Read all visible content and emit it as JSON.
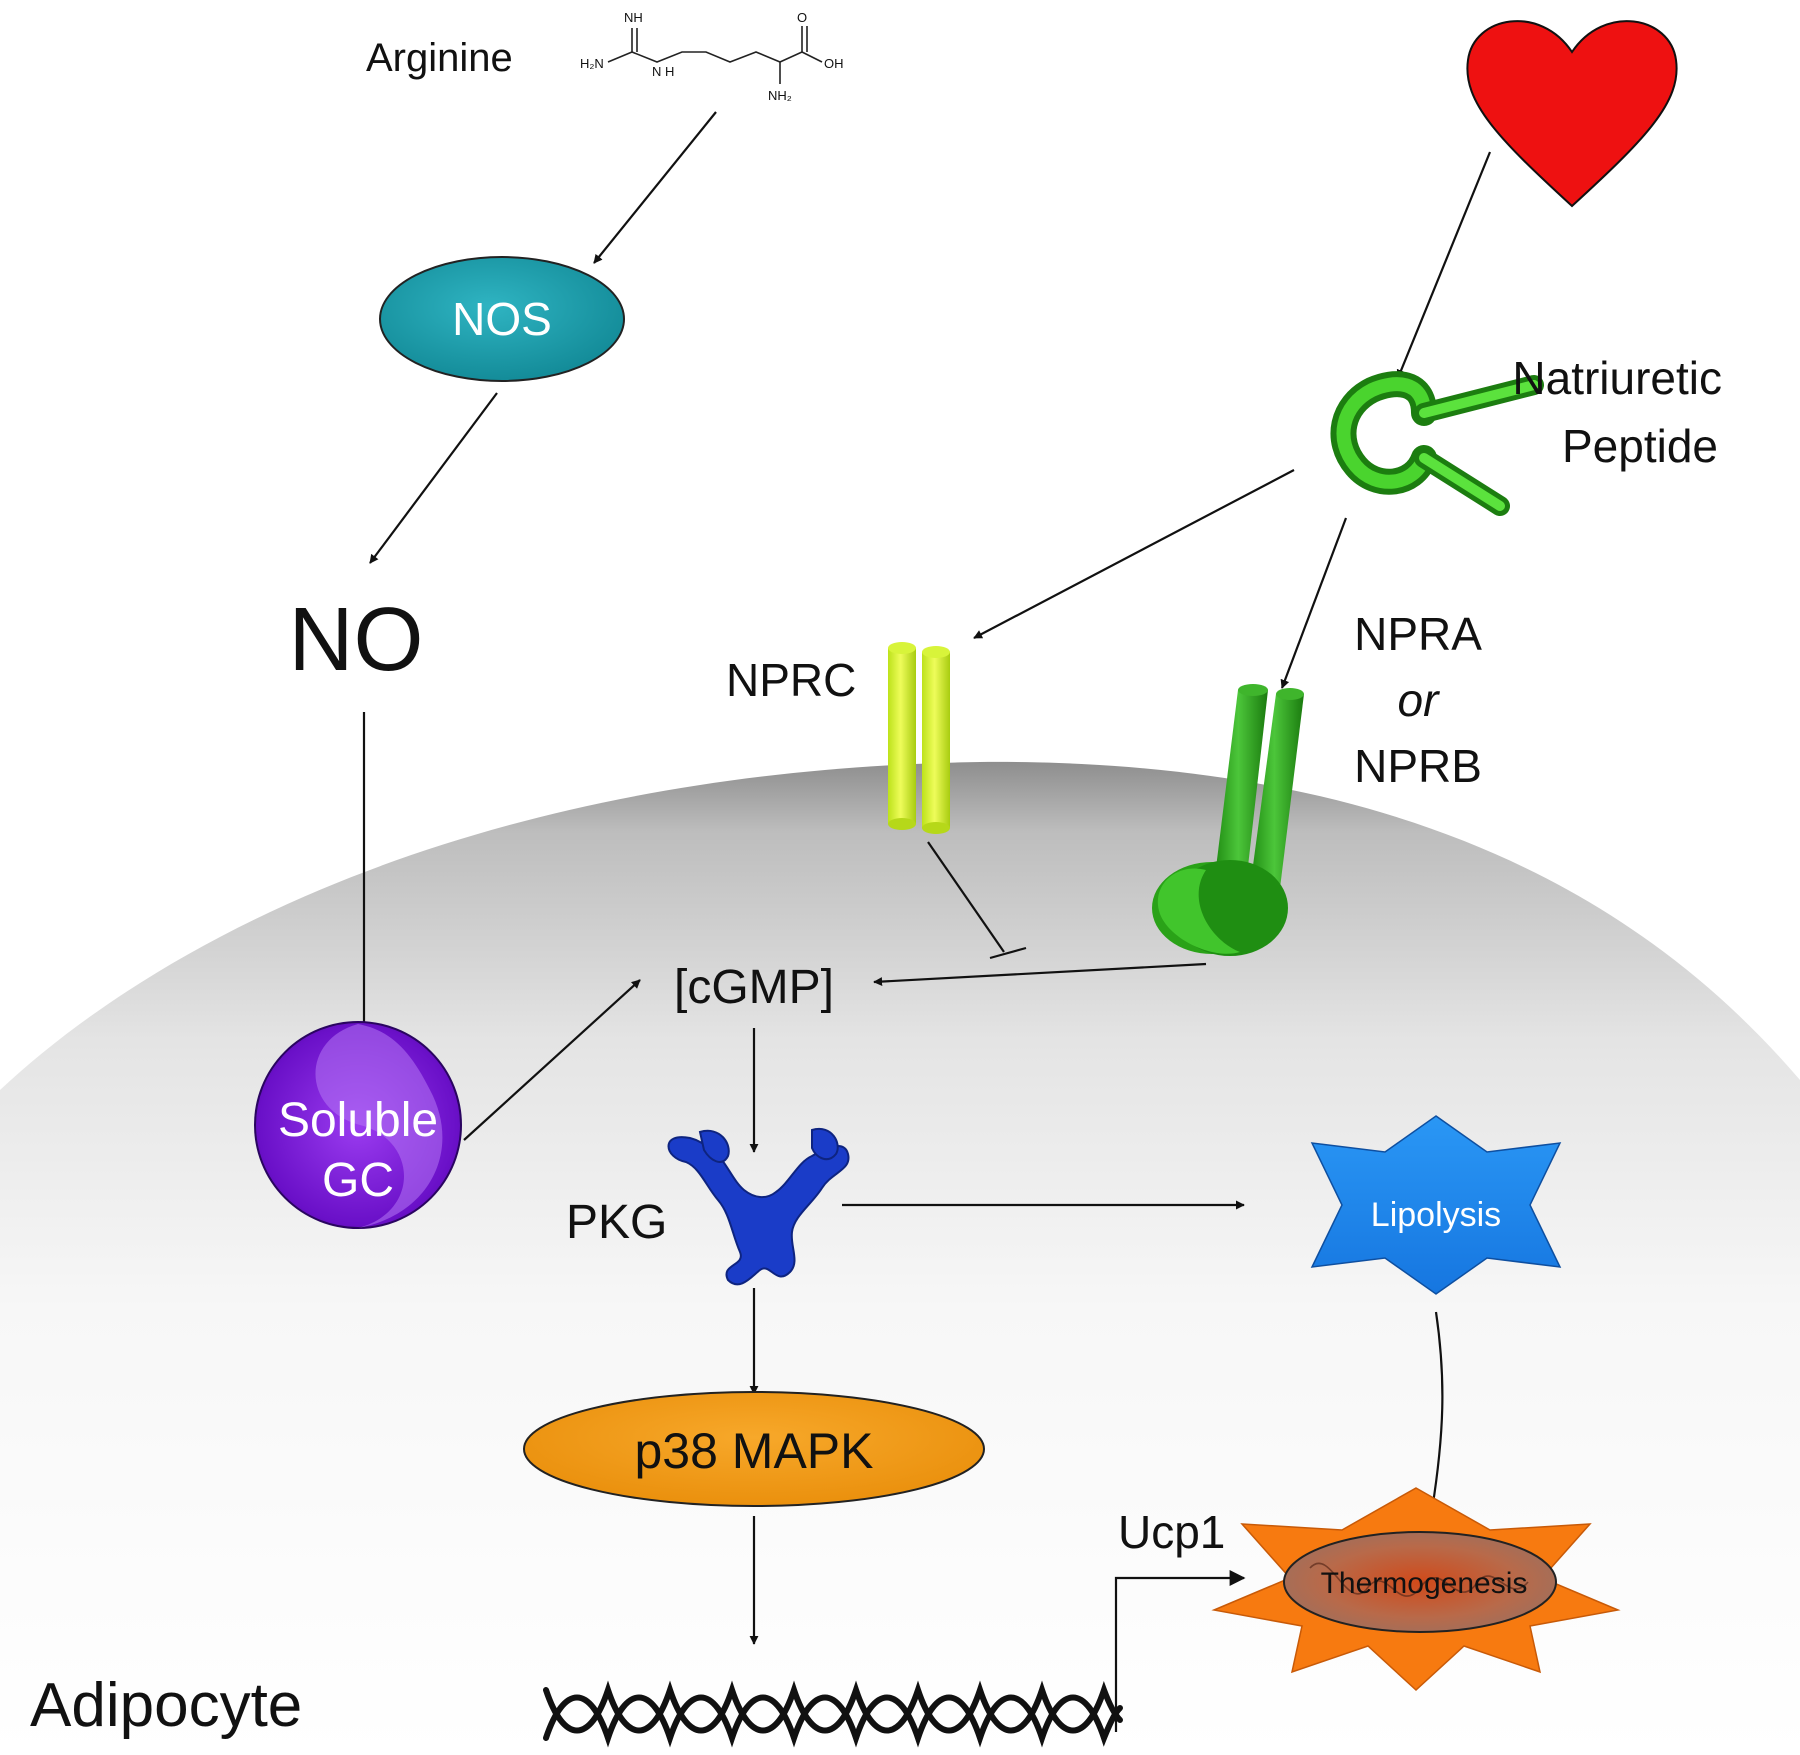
{
  "nodes": {
    "arginine": "Arginine",
    "arginine_structure": {
      "nh": "NH",
      "h2n": "H₂N",
      "n_h": "N\nH",
      "o": "O",
      "oh": "OH",
      "nh2": "NH₂"
    },
    "nos": "NOS",
    "no": "NO",
    "soluble_gc_line1": "Soluble",
    "soluble_gc_line2": "GC",
    "natriuretic_line1": "Natriuretic",
    "natriuretic_line2": "Peptide",
    "nprc": "NPRC",
    "npra": "NPRA",
    "or": "or",
    "nprb": "NPRB",
    "cgmp": "[cGMP]",
    "pkg": "PKG",
    "lipolysis": "Lipolysis",
    "p38": "p38 MAPK",
    "ucp1": "Ucp1",
    "thermogenesis": "Thermogenesis",
    "adipocyte": "Adipocyte"
  },
  "colors": {
    "nos_fill": "#1b9aa8",
    "heart": "#ee1111",
    "receptor_light": "#d7f52a",
    "receptor_green": "#2fa81b",
    "soluble_gc": "#7a16d6",
    "pkg": "#1a3cc8",
    "lipolysis": "#1e88f0",
    "p38": "#f39a12",
    "thermogenesis_star": "#f77a10",
    "mitochondrion": "#c06a40"
  },
  "icons": [
    "heart-icon",
    "natriuretic-peptide-receptor-icon",
    "nprc-receptor-icon",
    "npra-nprb-receptor-icon",
    "pkg-protein-icon",
    "dna-helix-icon",
    "mitochondrion-icon"
  ]
}
